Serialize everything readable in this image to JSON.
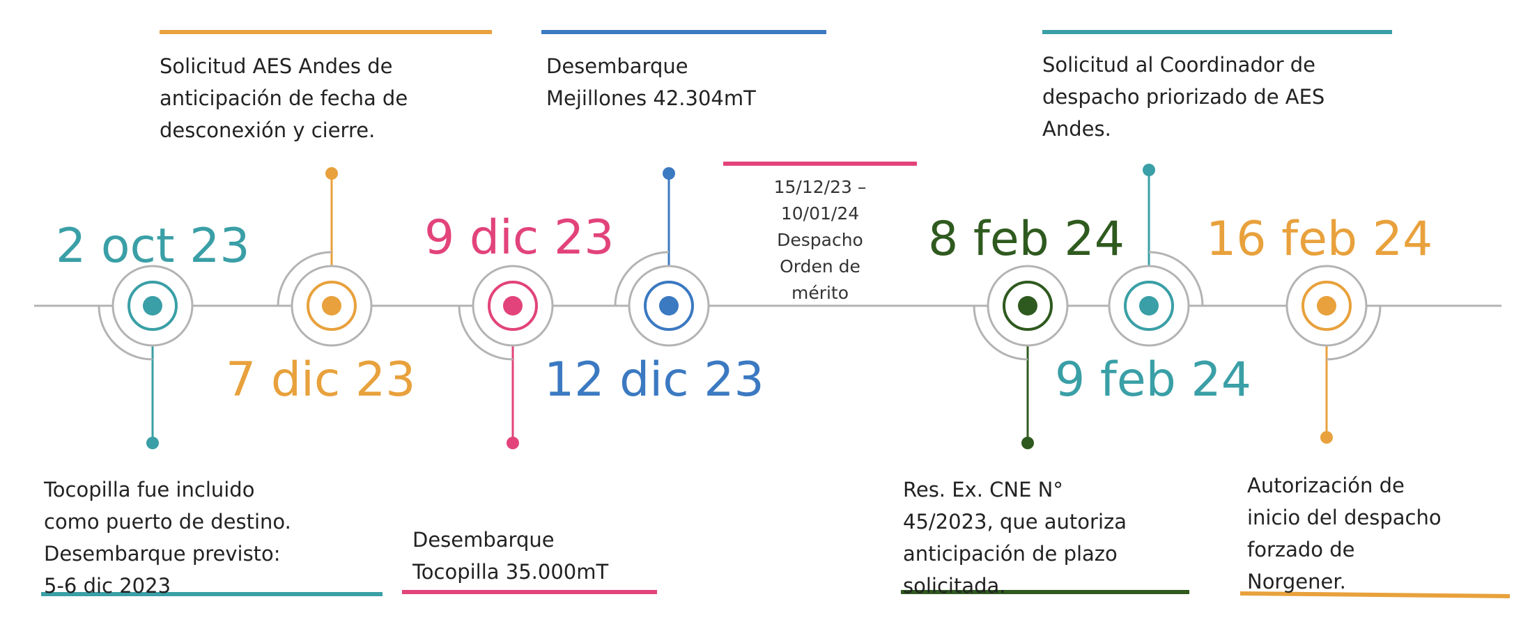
{
  "colors": {
    "teal": "#3a9fa6",
    "orange": "#e8a13c",
    "pink": "#e2437b",
    "blue": "#3b79c1",
    "green": "#2f5a1f",
    "gray": "#b3b3b3"
  },
  "events": [
    {
      "date": "2 oct 23",
      "color": "teal",
      "description": "Tocopilla fue incluido\ncomo puerto de destino.\nDesembarque previsto:\n5-6 dic 2023"
    },
    {
      "date": "7 dic 23",
      "color": "orange",
      "description": "Solicitud AES Andes de\nanticipación de fecha de\ndesconexión y cierre."
    },
    {
      "date": "9 dic 23",
      "color": "pink",
      "description": "Desembarque\nTocopilla 35.000mT"
    },
    {
      "date": "12 dic 23",
      "color": "blue",
      "description": "Desembarque\nMejillones 42.304mT"
    },
    {
      "date": "8 feb 24",
      "color": "green",
      "description": "Res. Ex. CNE N°\n45/2023, que autoriza\nanticipación de plazo\nsolicitada."
    },
    {
      "date": "9 feb 24",
      "color": "teal",
      "description": "Solicitud al Coordinador de\ndespacho priorizado de AES\nAndes."
    },
    {
      "date": "16 feb 24",
      "color": "orange",
      "description": "Autorización de\ninicio del despacho\nforzado de\nNorgener."
    }
  ],
  "period": {
    "color": "pink",
    "text": "15/12/23 –\n10/01/24\nDespacho\nOrden de\nmérito"
  }
}
